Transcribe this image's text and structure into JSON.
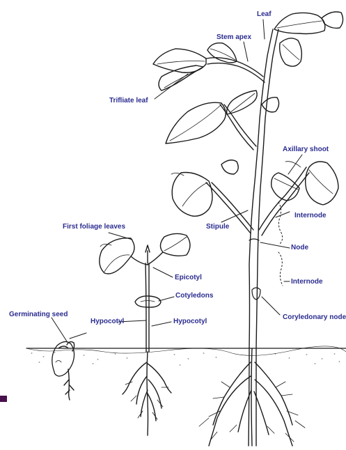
{
  "diagram": {
    "labels": {
      "leaf": "Leaf",
      "stem_apex": "Stem apex",
      "trifliate_leaf": "Trifliate leaf",
      "axillary_shoot": "Axillary shoot",
      "internode_upper": "Internode",
      "stipule": "Stipule",
      "node": "Node",
      "internode_lower": "Internode",
      "coryledonary_node": "Coryledonary node",
      "first_foliage_leaves": "First foliage leaves",
      "epicotyl": "Epicotyl",
      "cotyledons": "Cotyledons",
      "germinating_seed": "Germinating seed",
      "hypocotyl_seedling": "Hypocotyl",
      "hypocotyl_mid": "Hypocotyl"
    },
    "colors": {
      "label_text": "#2b2c8f",
      "ink": "#1a1a1a",
      "corner_marker": "#4a0f4d"
    }
  }
}
